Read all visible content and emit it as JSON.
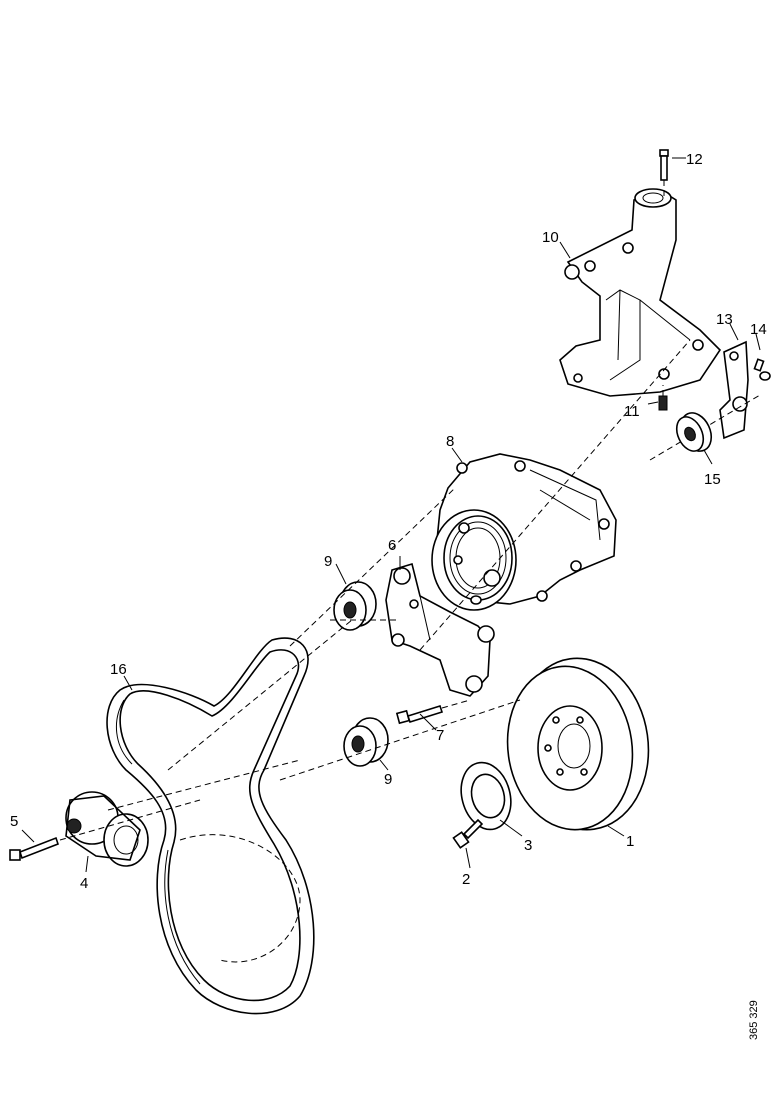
{
  "callouts": {
    "c1": "1",
    "c2": "2",
    "c3": "3",
    "c4": "4",
    "c5": "5",
    "c6": "6",
    "c7": "7",
    "c8": "8",
    "c9a": "9",
    "c9b": "9",
    "c10": "10",
    "c11": "11",
    "c12": "12",
    "c13": "13",
    "c14": "14",
    "c15": "15",
    "c16": "16"
  },
  "reference_number": "365 329"
}
